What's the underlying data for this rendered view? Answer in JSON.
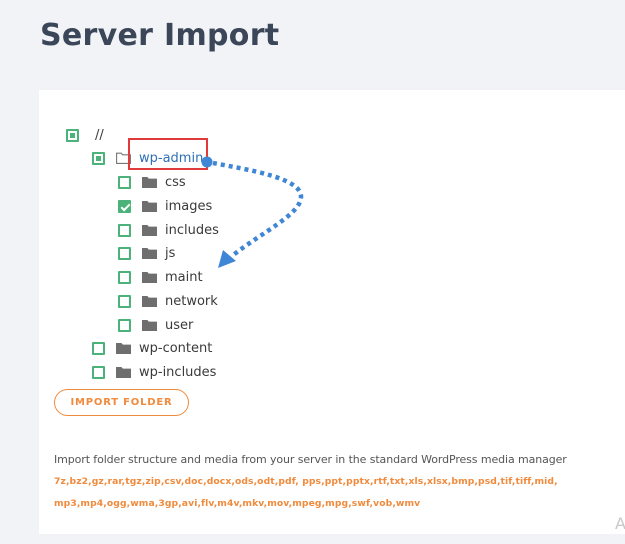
{
  "page": {
    "title": "Server Import"
  },
  "tree": {
    "root": {
      "label": "//",
      "state": "partial"
    },
    "items": [
      {
        "label": "wp-admin",
        "state": "partial",
        "icon": "folder-outline-icon",
        "selected": true
      },
      {
        "label": "css",
        "state": "unchecked",
        "icon": "folder-icon"
      },
      {
        "label": "images",
        "state": "checked",
        "icon": "folder-icon"
      },
      {
        "label": "includes",
        "state": "unchecked",
        "icon": "folder-icon"
      },
      {
        "label": "js",
        "state": "unchecked",
        "icon": "folder-icon"
      },
      {
        "label": "maint",
        "state": "unchecked",
        "icon": "folder-icon"
      },
      {
        "label": "network",
        "state": "unchecked",
        "icon": "folder-icon"
      },
      {
        "label": "user",
        "state": "unchecked",
        "icon": "folder-icon"
      },
      {
        "label": "wp-content",
        "state": "unchecked",
        "icon": "folder-icon"
      },
      {
        "label": "wp-includes",
        "state": "unchecked",
        "icon": "folder-icon"
      }
    ]
  },
  "import_button": {
    "label": "IMPORT FOLDER"
  },
  "description": "Import folder structure and media from your server in the standard WordPress media manager",
  "file_types": {
    "line1": "7z,bz2,gz,rar,tgz,zip,csv,doc,docx,ods,odt,pdf, pps,ppt,pptx,rtf,txt,xls,xlsx,bmp,psd,tif,tiff,mid,",
    "line2": "mp3,mp4,ogg,wma,3gp,avi,flv,m4v,mkv,mov,mpeg,mpg,swf,vob,wmv"
  },
  "corner_glyph": "A",
  "colors": {
    "accent_orange": "#f08a3c",
    "checkbox_green": "#4bb37a",
    "highlight_red": "#e03a3a",
    "arrow_blue": "#3f86d6",
    "link_blue": "#2f6fb5"
  }
}
